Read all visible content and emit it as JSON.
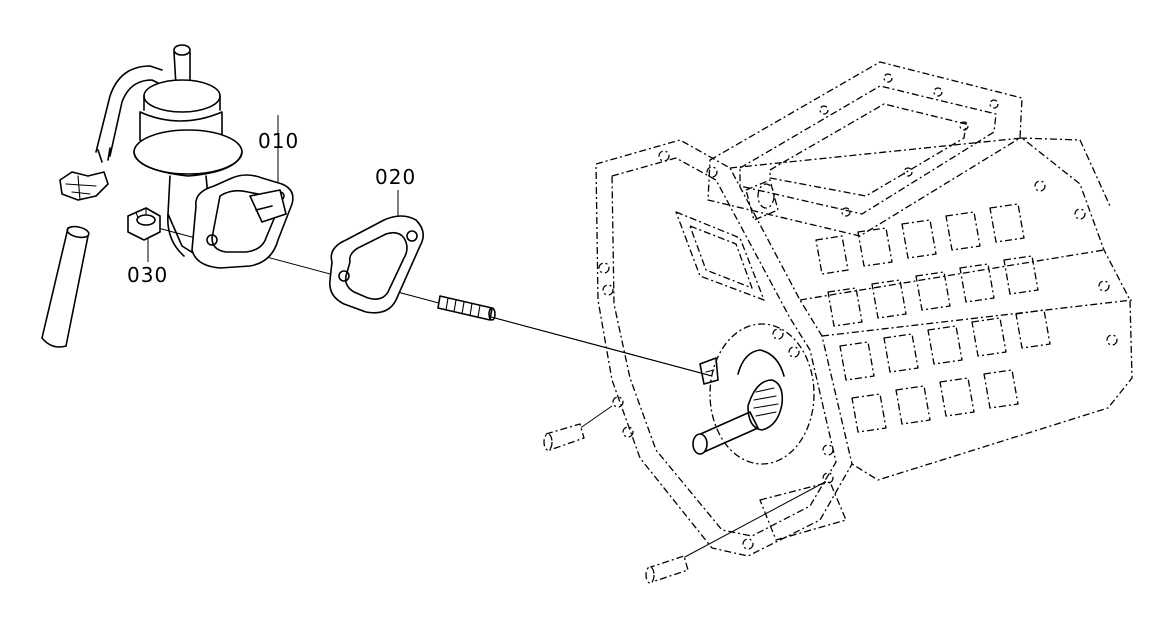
{
  "parts": [
    {
      "number": "010",
      "name_icon": "fuel-pump-icon"
    },
    {
      "number": "020",
      "name_icon": "gasket-icon"
    },
    {
      "number": "030",
      "name_icon": "nut-icon"
    }
  ]
}
